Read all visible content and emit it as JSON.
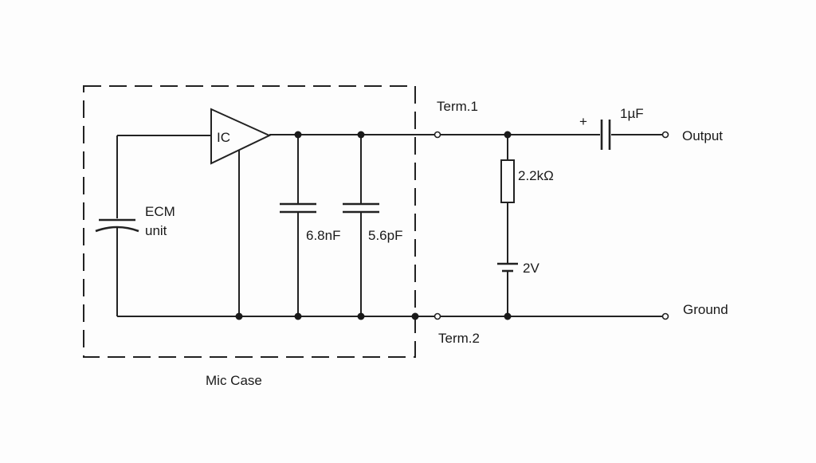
{
  "labels": {
    "ic": "IC",
    "ecm_line1": "ECM",
    "ecm_line2": "unit",
    "cap1": "6.8nF",
    "cap2": "5.6pF",
    "mic_case": "Mic Case",
    "term1": "Term.1",
    "term2": "Term.2",
    "resistor": "2.2kΩ",
    "battery": "2V",
    "coupling_cap": "1µF",
    "plus": "+",
    "output": "Output",
    "ground": "Ground"
  }
}
